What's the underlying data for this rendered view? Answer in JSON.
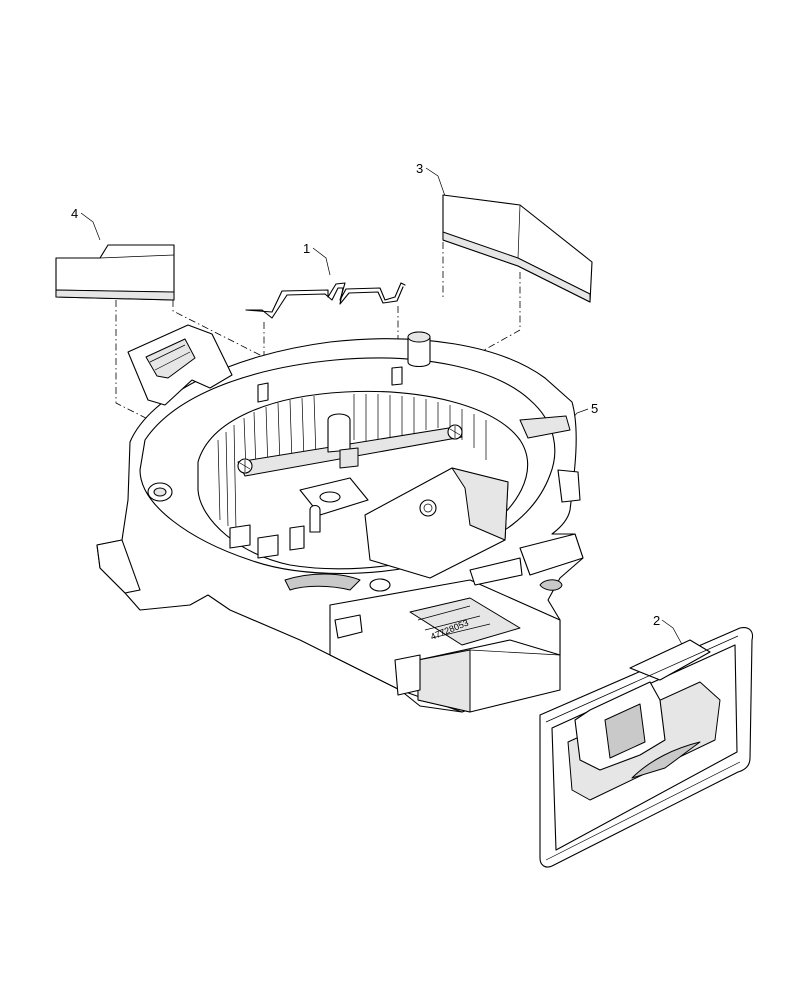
{
  "callouts": {
    "c1": "1",
    "c2": "2",
    "c3": "3",
    "c4": "4",
    "c5": "5"
  },
  "stamp": "47728053"
}
